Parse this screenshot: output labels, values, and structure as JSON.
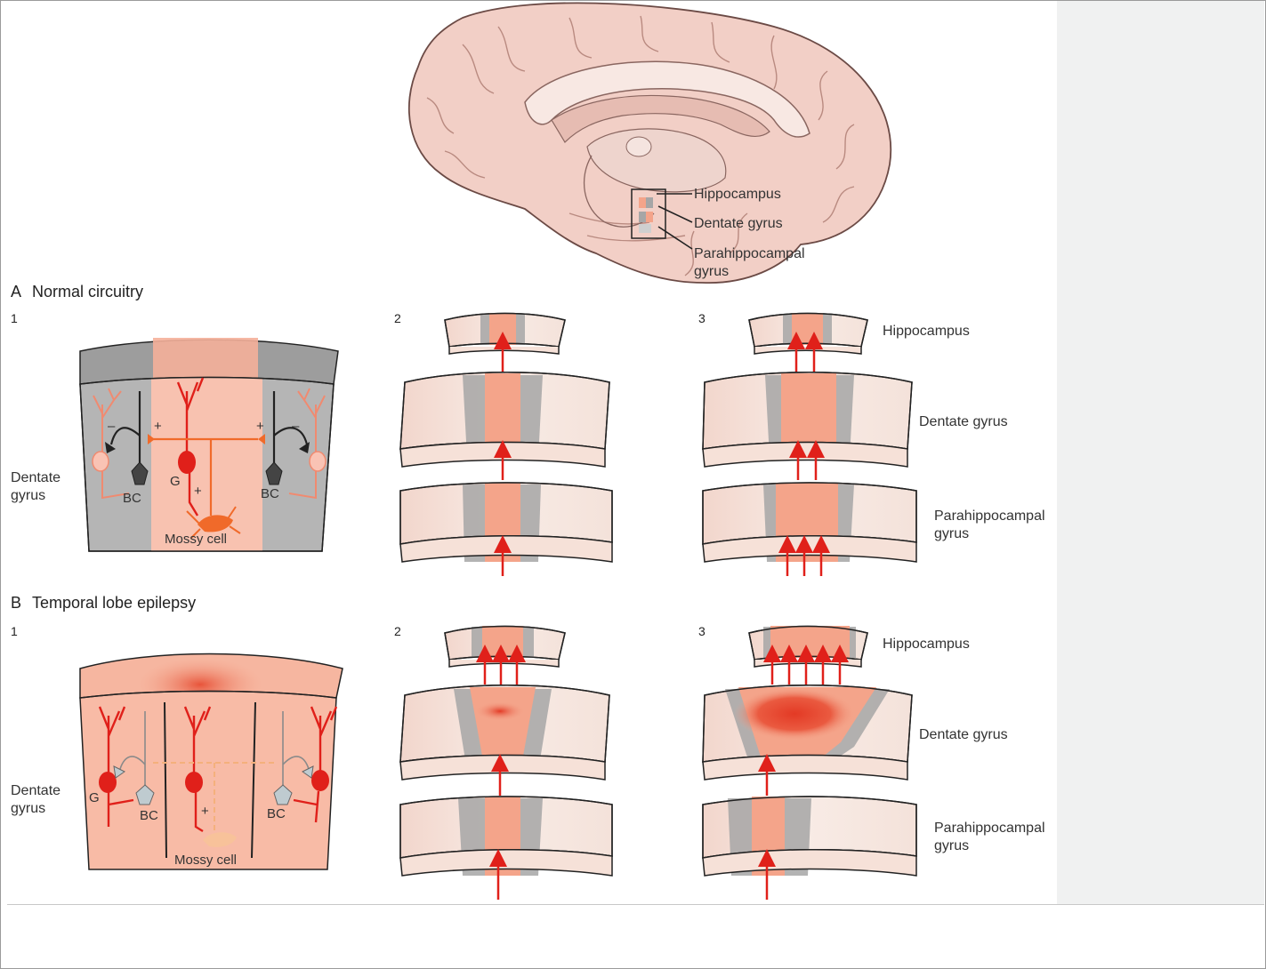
{
  "brain_labels": {
    "hippocampus": "Hippocampus",
    "dentate_gyrus": "Dentate gyrus",
    "parahippocampal_line1": "Parahippocampal",
    "parahippocampal_line2": "gyrus"
  },
  "section_a": {
    "letter": "A",
    "title": "Normal circuitry",
    "panel1_num": "1",
    "panel2_num": "2",
    "panel3_num": "3",
    "dentate_label_line1": "Dentate",
    "dentate_label_line2": "gyrus",
    "minus": "–",
    "plus": "+",
    "g": "G",
    "bc": "BC",
    "mossy_cell": "Mossy cell",
    "right_hippocampus": "Hippocampus",
    "right_dentate": "Dentate gyrus",
    "right_parahippo_line1": "Parahippocampal",
    "right_parahippo_line2": "gyrus"
  },
  "section_b": {
    "letter": "B",
    "title": "Temporal lobe epilepsy",
    "panel1_num": "1",
    "panel2_num": "2",
    "panel3_num": "3",
    "dentate_label_line1": "Dentate",
    "dentate_label_line2": "gyrus",
    "plus": "+",
    "g": "G",
    "bc": "BC",
    "mossy_cell": "Mossy cell",
    "right_hippocampus": "Hippocampus",
    "right_dentate": "Dentate gyrus",
    "right_parahippo_line1": "Parahippocampal",
    "right_parahippo_line2": "gyrus"
  },
  "colors": {
    "brain_fill": "#f2cfc6",
    "slab_fill": "#f6e1d8",
    "gray_band": "#a6a6a6",
    "salmon_band": "#f4a48a",
    "red_arrow": "#e0201a",
    "side_panel": "#f0f1f1"
  }
}
